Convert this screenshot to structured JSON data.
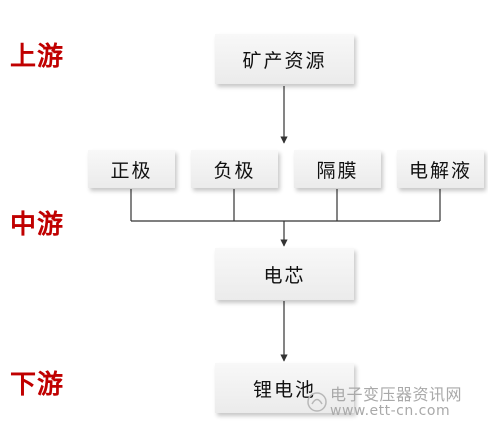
{
  "stages": {
    "upstream": "上游",
    "midstream": "中游",
    "downstream": "下游"
  },
  "nodes": {
    "mineral": "矿产资源",
    "cathode": "正极",
    "anode": "负极",
    "separator": "隔膜",
    "electrolyte": "电解液",
    "cell": "电芯",
    "battery": "锂电池"
  },
  "watermark": {
    "title": "电子变压器资讯网",
    "url": "www.ett-cn.com"
  },
  "colors": {
    "stage_text": "#c00000",
    "box_fill": "#f2f2f2",
    "line": "#333333",
    "watermark": "#a9a9a9"
  }
}
